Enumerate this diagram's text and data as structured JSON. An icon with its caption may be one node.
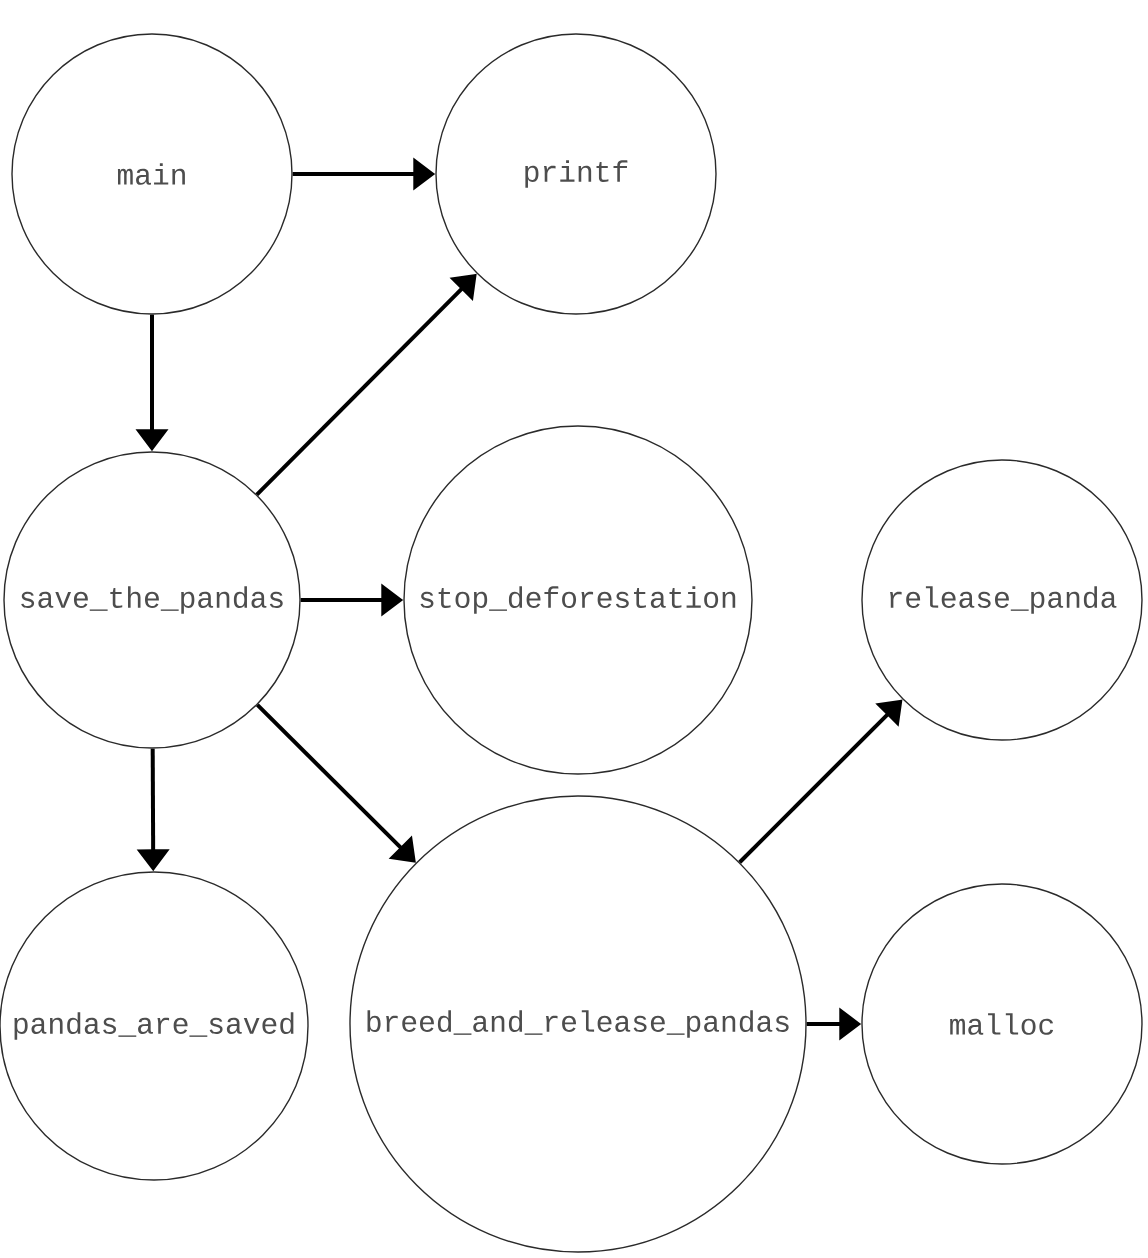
{
  "diagram": {
    "nodes": [
      {
        "text": [
          "main"
        ]
      },
      {
        "text": [
          "printf"
        ]
      },
      {
        "text": [
          "save_the_pandas"
        ]
      },
      {
        "text": [
          "stop_deforestation"
        ]
      },
      {
        "text": [
          "release_panda"
        ]
      },
      {
        "text": [
          "pandas_are_saved"
        ]
      },
      {
        "text": [
          "breed_and_release_pandas"
        ]
      },
      {
        "text": [
          "malloc"
        ]
      }
    ],
    "edges": [
      {
        "from": 0,
        "to": 1,
        "arrow": "to"
      },
      {
        "from": 0,
        "to": 2,
        "arrow": "to"
      },
      {
        "from": 2,
        "to": 1,
        "arrow": "to"
      },
      {
        "from": 2,
        "to": 3,
        "arrow": "to"
      },
      {
        "from": 2,
        "to": 5,
        "arrow": "to"
      },
      {
        "from": 2,
        "to": 6,
        "arrow": "to"
      },
      {
        "from": 6,
        "to": 4,
        "arrow": "to"
      },
      {
        "from": 6,
        "to": 7,
        "arrow": "to"
      }
    ]
  }
}
